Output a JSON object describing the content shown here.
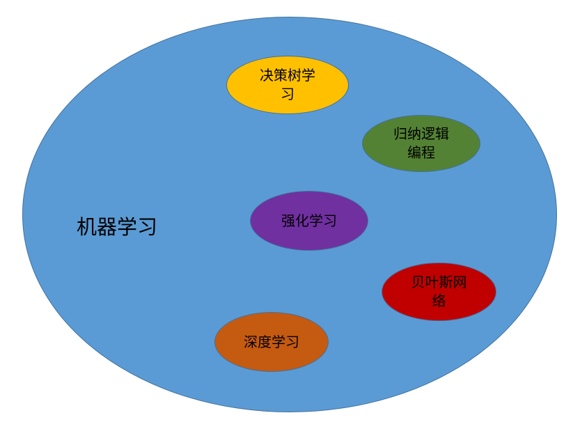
{
  "diagram": {
    "outer": {
      "label": "机器学习",
      "fill": "#5b9bd5"
    },
    "nodes": [
      {
        "id": "decision-tree",
        "label": "决策树学习",
        "fill": "#ffc000"
      },
      {
        "id": "inductive-logic",
        "label": "归纳逻辑编程",
        "fill": "#548235"
      },
      {
        "id": "reinforcement",
        "label": "强化学习",
        "fill": "#7030a0"
      },
      {
        "id": "bayesian-network",
        "label": "贝叶斯网络",
        "fill": "#c00000"
      },
      {
        "id": "deep-learning",
        "label": "深度学习",
        "fill": "#c55a11"
      }
    ]
  }
}
